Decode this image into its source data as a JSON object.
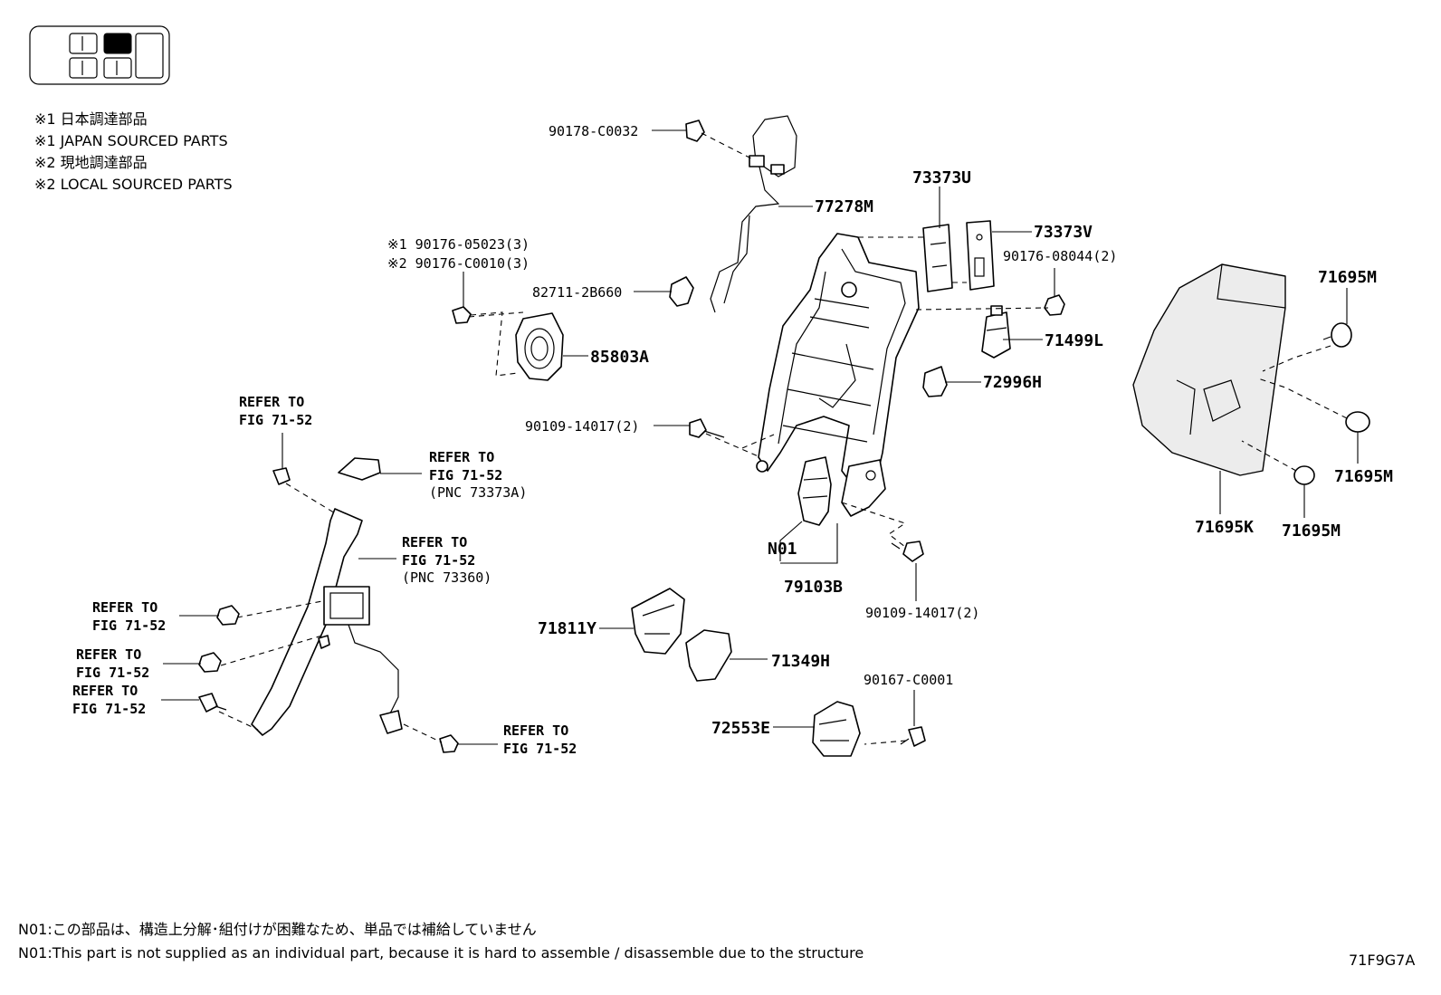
{
  "notes_top": [
    "※1 日本調達部品",
    "※1 JAPAN SOURCED PARTS",
    "※2 現地調達部品",
    "※2 LOCAL SOURCED PARTS"
  ],
  "notes_bottom": [
    "N01:この部品は、構造上分解･組付けが困難なため、単品では補給していません",
    "N01:This part is not supplied as an individual part, because it is hard to assemble / disassemble due to the structure"
  ],
  "figure_code": "71F9G7A",
  "labels": {
    "p90178": "90178-C0032",
    "p77278M": "77278M",
    "p73373U": "73373U",
    "p73373V": "73373V",
    "p90176_08044": "90176-08044(2)",
    "p90176_05023": "※1 90176-05023(3)",
    "p90176_C0010": "※2 90176-C0010(3)",
    "p82711": "82711-2B660",
    "p85803A": "85803A",
    "p71499L": "71499L",
    "p72996H": "72996H",
    "p90109_a": "90109-14017(2)",
    "p90109_b": "90109-14017(2)",
    "p71695M_1": "71695M",
    "p71695M_2": "71695M",
    "p71695M_3": "71695M",
    "p71695K": "71695K",
    "p79103B": "79103B",
    "pN01": "N01",
    "p71811Y": "71811Y",
    "p71349H": "71349H",
    "p90167": "90167-C0001",
    "p72553E": "72553E"
  },
  "refer": {
    "r1_a": "REFER TO",
    "r1_b": "FIG 71-52",
    "r2_a": "REFER TO",
    "r2_b": "FIG 71-52",
    "r2_c": "(PNC 73373A)",
    "r3_a": "REFER TO",
    "r3_b": "FIG 71-52",
    "r3_c": "(PNC 73360)",
    "r4_a": "REFER TO",
    "r4_b": "FIG 71-52",
    "r5_a": "REFER TO",
    "r5_b": "FIG 71-52",
    "r6_a": "REFER TO",
    "r6_b": "FIG 71-52",
    "r7_a": "REFER TO",
    "r7_b": "FIG 71-52"
  }
}
